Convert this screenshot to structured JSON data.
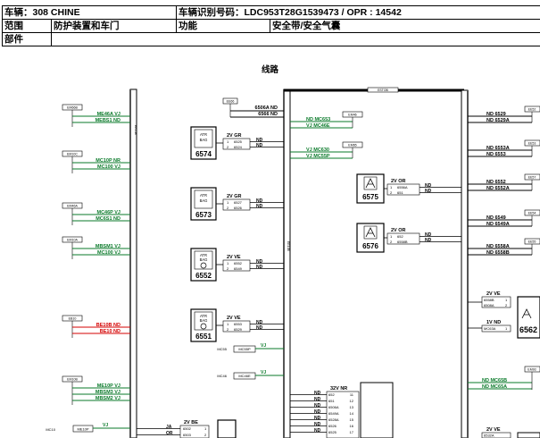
{
  "header": {
    "vehicle_label": "车辆：",
    "vehicle_value": "308 CHINE",
    "vin_label": "车辆识别号码：",
    "vin_value": "LDC953T28G1539473 / OPR : 14542",
    "scope_label": "范围",
    "scope_value": "防护装置和车门",
    "function_label": "功能",
    "function_value": "安全带/安全气囊",
    "part_label": "部件",
    "part_value": ""
  },
  "section_title": "线路",
  "colors": {
    "wire": "#000000",
    "green": "#0a7a2a",
    "red": "#d40000",
    "dark_bar": "#555555"
  },
  "connectors_left": [
    {
      "id": "EM66B",
      "wires": [
        "ME46A VJ",
        "MEBS1 ND"
      ],
      "color": "green"
    },
    {
      "id": "EM10C",
      "wires": [
        "MC10P NR",
        "MC100 VJ"
      ],
      "color": "green"
    },
    {
      "id": "EM46A",
      "wires": [
        "MC46P VJ",
        "MC6S1 ND"
      ],
      "color": "green"
    },
    {
      "id": "EM10A",
      "wires": [
        "MBSM1 VJ",
        "MC100 VJ"
      ],
      "color": "green"
    },
    {
      "id": "EB10",
      "wires": [
        "BE10B ND",
        "BE10 ND"
      ],
      "color": "red"
    },
    {
      "id": "EM10B",
      "wires": [
        "ME10P VJ",
        "MBSM3 VJ",
        "MBSM2 VJ"
      ],
      "color": "green"
    }
  ],
  "mc10": {
    "label": "MC10",
    "tag": "ME10P",
    "wire": "VJ"
  },
  "bar_labels": {
    "left": "EE10B",
    "mid": "EE10B",
    "top": "ESTOB"
  },
  "top_conn": {
    "id": "EE66",
    "w1": "6506A ND",
    "w2": "6566 ND"
  },
  "devices": [
    {
      "id": "6574",
      "wire": "2V GR",
      "pins": [
        {
          "n": "1",
          "c": "6525"
        },
        {
          "n": "2",
          "c": "6524"
        }
      ],
      "out": [
        "ND",
        "ND"
      ],
      "icon": "airbag"
    },
    {
      "id": "6573",
      "wire": "2V GR",
      "pins": [
        {
          "n": "1",
          "c": "6527"
        },
        {
          "n": "2",
          "c": "6526"
        }
      ],
      "out": [
        "ND",
        "ND"
      ],
      "icon": "airbag"
    },
    {
      "id": "6552",
      "wire": "2V VE",
      "pins": [
        {
          "n": "1",
          "c": "6552"
        },
        {
          "n": "2",
          "c": "6549"
        }
      ],
      "out": [
        "ND",
        "ND"
      ],
      "icon": "airbag-steering"
    },
    {
      "id": "6551",
      "wire": "2V VE",
      "pins": [
        {
          "n": "1",
          "c": "6553"
        },
        {
          "n": "2",
          "c": "6529"
        }
      ],
      "out": [
        "ND",
        "ND"
      ],
      "icon": "airbag-steering"
    }
  ],
  "devices_mid": [
    {
      "id": "6575",
      "wire": "2V OR",
      "pins": [
        {
          "n": "1",
          "c": "6556A"
        },
        {
          "n": "2",
          "c": "651"
        }
      ],
      "out": [
        "ND",
        "ND"
      ]
    },
    {
      "id": "6576",
      "wire": "2V OR",
      "pins": [
        {
          "n": "1",
          "c": "652"
        },
        {
          "n": "2",
          "c": "6558B"
        }
      ],
      "out": [
        "ND",
        "ND"
      ]
    }
  ],
  "mid_conns": [
    {
      "id": "EM46",
      "wires": [
        "ND MC653",
        "VJ MC46E"
      ]
    },
    {
      "id": "EM65",
      "wires": [
        "VJ MC630",
        "VJ MC55P"
      ]
    }
  ],
  "right_wires": [
    {
      "tag": "EE52",
      "wires": [
        "ND 6529",
        "ND 6529A"
      ]
    },
    {
      "tag": "EE53",
      "wires": [
        "ND 6553A",
        "ND 6553"
      ]
    },
    {
      "tag": "EE57",
      "wires": [
        "ND 6552",
        "ND 6552A"
      ]
    },
    {
      "tag": "EE54",
      "wires": [
        "ND 6549",
        "ND 6549A"
      ]
    },
    {
      "tag": "EE55",
      "wires": [
        "ND 6558A",
        "ND 6558B"
      ]
    }
  ],
  "right_device": {
    "id": "6562",
    "wire1": "2V VE",
    "wire2": "1V ND",
    "pins": [
      {
        "n": "1",
        "c": "6558B"
      },
      {
        "n": "2",
        "c": "6508A"
      },
      {
        "n": "1",
        "c": "MC63A"
      }
    ]
  },
  "right_bottom": {
    "tag": "EM93",
    "wires": [
      "ND MC65B",
      "ND MC65A"
    ],
    "wire": "2V VE",
    "pin": "6532A"
  },
  "mc_labels": [
    {
      "label": "MC55",
      "tag": "MC55P",
      "wire": "VJ"
    },
    {
      "label": "MC46",
      "tag": "MC46E",
      "wire": "VJ"
    }
  ],
  "big_conn": {
    "wire": "32V NR",
    "rows": [
      {
        "w": "ND",
        "c": "652",
        "n": "11"
      },
      {
        "w": "ND",
        "c": "651",
        "n": "12"
      },
      {
        "w": "ND",
        "c": "6506A",
        "n": "13"
      },
      {
        "w": "ND",
        "c": "6549A",
        "n": "14"
      },
      {
        "w": "ND",
        "c": "6528A",
        "n": "15"
      },
      {
        "w": "ND",
        "c": "6526",
        "n": "16"
      },
      {
        "w": "ND",
        "c": "6525",
        "n": "17"
      }
    ]
  },
  "bottom_left": {
    "wire": "2V BE",
    "rows": [
      {
        "w": "JA",
        "c": "6502",
        "n": "1"
      },
      {
        "w": "OR",
        "c": "6503",
        "n": "2"
      }
    ]
  }
}
